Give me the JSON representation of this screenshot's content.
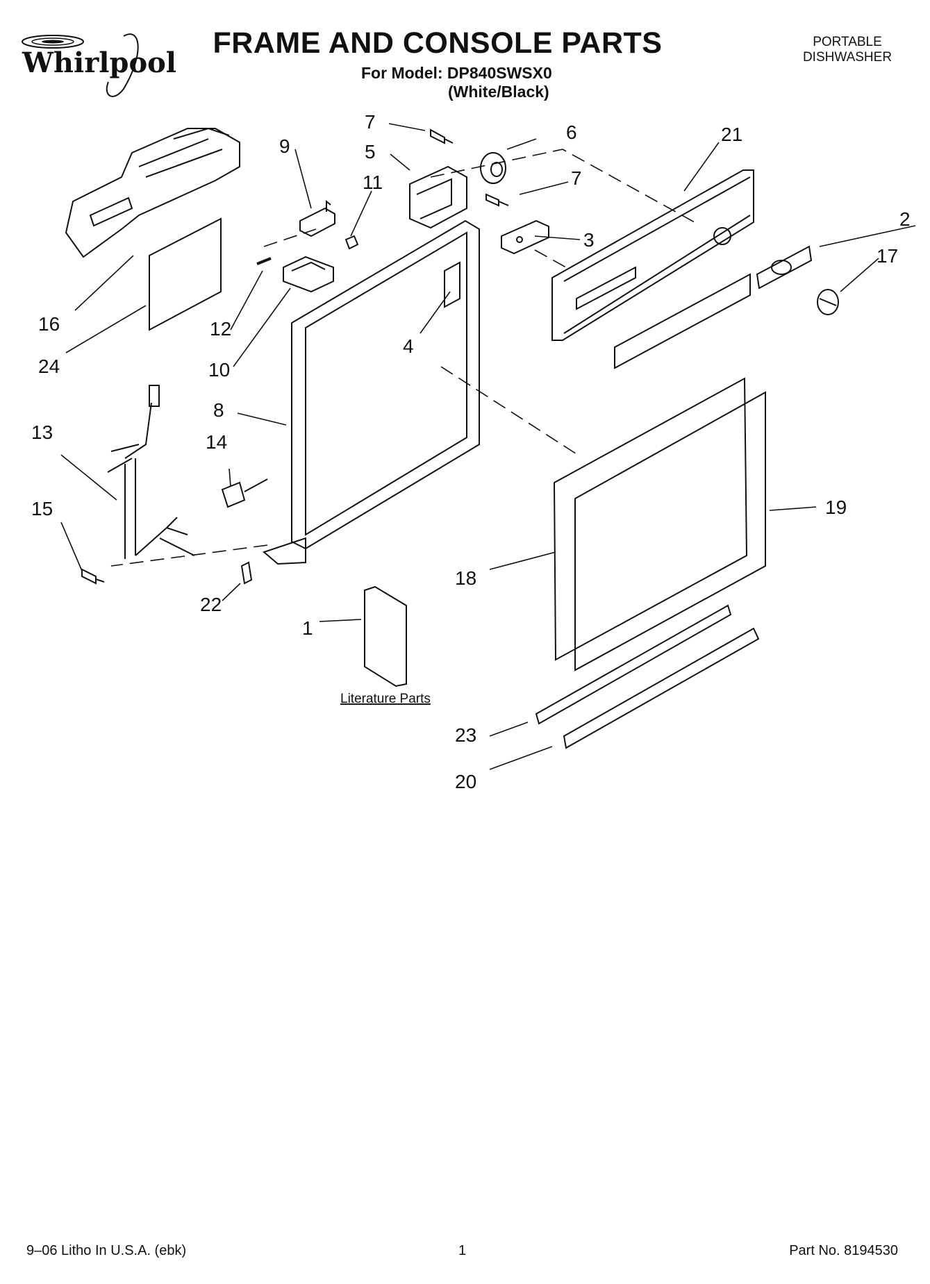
{
  "header": {
    "brand": "Whirlpool",
    "title": "FRAME AND CONSOLE PARTS",
    "model_line": "For Model: DP840SWSX0",
    "colorway": "(White/Black)",
    "product_type_line1": "PORTABLE",
    "product_type_line2": "DISHWASHER"
  },
  "callouts": [
    "1",
    "2",
    "3",
    "4",
    "5",
    "6",
    "7",
    "7",
    "8",
    "9",
    "10",
    "11",
    "12",
    "13",
    "14",
    "15",
    "16",
    "17",
    "18",
    "19",
    "20",
    "21",
    "22",
    "23",
    "24"
  ],
  "literature_label": "Literature Parts",
  "footer": {
    "litho": "9–06 Litho In U.S.A. (ebk)",
    "page_number": "1",
    "part_number": "Part No. 8194530"
  }
}
